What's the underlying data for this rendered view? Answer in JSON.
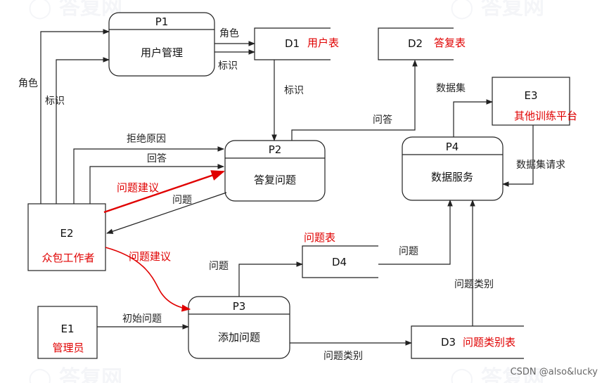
{
  "processes": {
    "p1": {
      "id": "P1",
      "name": "用户管理"
    },
    "p2": {
      "id": "P2",
      "name": "答复问题"
    },
    "p3": {
      "id": "P3",
      "name": "添加问题"
    },
    "p4": {
      "id": "P4",
      "name": "数据服务"
    }
  },
  "datastores": {
    "d1": {
      "id": "D1",
      "annotation": "用户表"
    },
    "d2": {
      "id": "D2",
      "annotation": "答复表"
    },
    "d3": {
      "id": "D3",
      "annotation": "问题类别表"
    },
    "d4": {
      "id": "D4",
      "annotation": "问题表"
    }
  },
  "entities": {
    "e1": {
      "id": "E1",
      "annotation": "管理员"
    },
    "e2": {
      "id": "E2",
      "annotation": "众包工作者"
    },
    "e3": {
      "id": "E3",
      "annotation": "其他训练平台"
    }
  },
  "flows": {
    "e2_p1_role": "角色",
    "e2_p1_id": "标识",
    "p1_d1_role": "角色",
    "p1_d1_id": "标识",
    "d1_p2_id": "标识",
    "p2_d2_answer": "问答",
    "e2_p2_reject": "拒绝原因",
    "e2_p2_answer": "回答",
    "e2_p2_suggest": "问题建议",
    "p2_e2_question": "问题",
    "e2_p3_suggest": "问题建议",
    "e1_p3_initial": "初始问题",
    "p3_d4_question": "问题",
    "p3_d3_category": "问题类别",
    "d4_p4_question": "问题",
    "d3_p4_category": "问题类别",
    "p4_e3_dataset": "数据集",
    "e3_p4_request": "数据集请求"
  },
  "watermark": "CSDN @also&lucky"
}
